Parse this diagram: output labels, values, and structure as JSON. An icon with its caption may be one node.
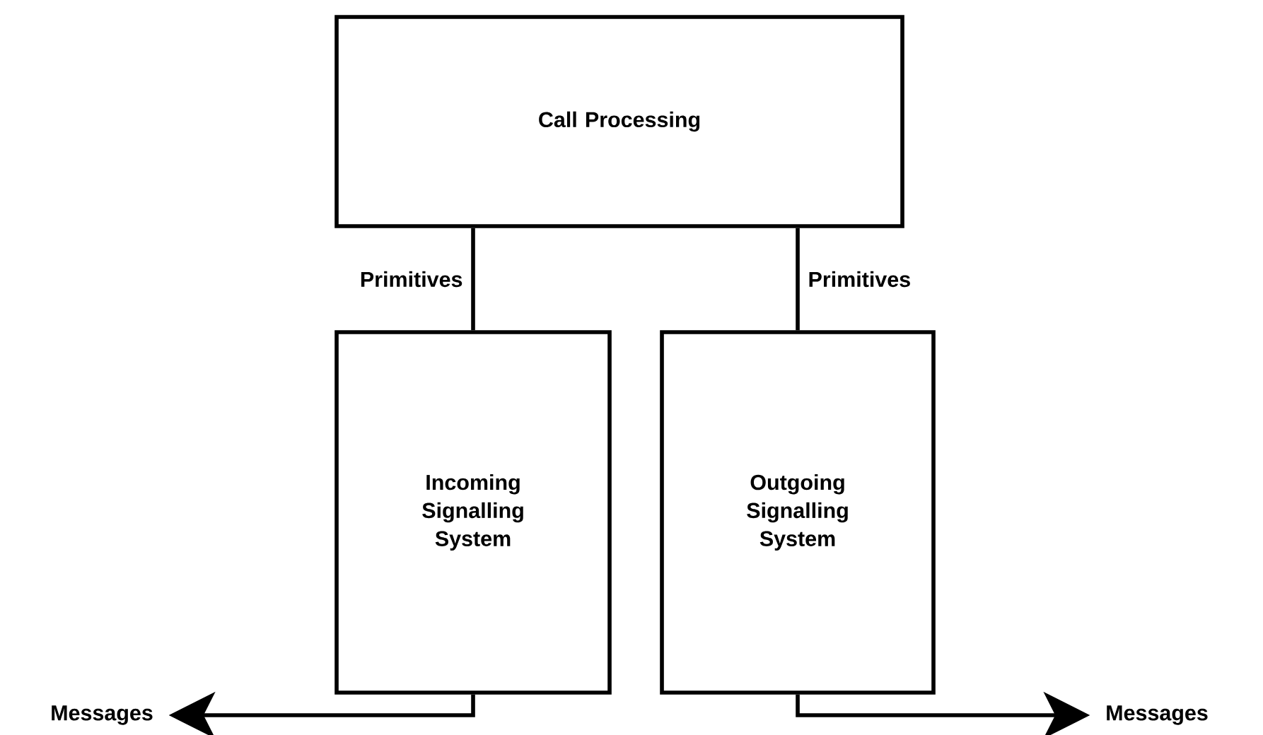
{
  "diagram": {
    "nodes": [
      {
        "text": [
          "Call Processing"
        ]
      },
      {
        "text": [
          "Incoming Signalling System"
        ]
      },
      {
        "text": [
          "Outgoing Signalling System"
        ]
      },
      {
        "text": [
          "Messages"
        ]
      },
      {
        "text": [
          "Messages"
        ]
      }
    ],
    "edges": [
      {
        "from": 0,
        "to": 1,
        "arrow": "none",
        "label": "Primitives"
      },
      {
        "from": 0,
        "to": 2,
        "arrow": "none",
        "label": "Primitives"
      },
      {
        "from": 1,
        "to": 3,
        "arrow": "to"
      },
      {
        "from": 2,
        "to": 4,
        "arrow": "to"
      }
    ]
  }
}
